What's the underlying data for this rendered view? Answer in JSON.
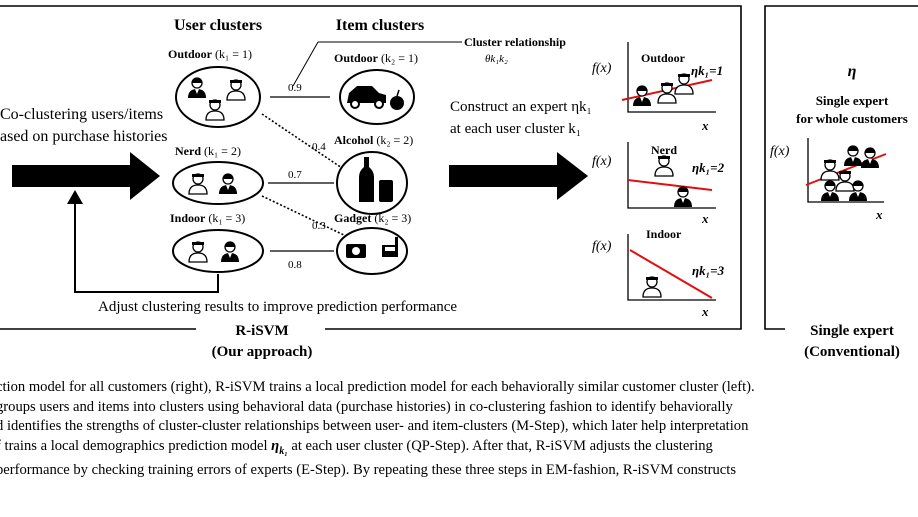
{
  "figure": {
    "col_user": "User clusters",
    "col_item": "Item clusters",
    "user_clusters": [
      {
        "name": "Outdoor",
        "k": "(k₁ = 1)"
      },
      {
        "name": "Nerd",
        "k": "(k₁ = 2)"
      },
      {
        "name": "Indoor",
        "k": "(k₁ = 3)"
      }
    ],
    "item_clusters": [
      {
        "name": "Outdoor",
        "k": "(k₂ = 1)"
      },
      {
        "name": "Alcohol",
        "k": "(k₂ = 2)"
      },
      {
        "name": "Gadget",
        "k": "(k₂ = 3)"
      }
    ],
    "edge_weights": [
      "0.9",
      "0.4",
      "0.7",
      "0.3",
      "0.8"
    ],
    "cluster_rel_label": "Cluster relationship",
    "cluster_rel_symbol": "θk₁k₂",
    "left_text_1": "Co-clustering users/items",
    "left_text_2": "ased on purchase histories",
    "mid_text_1": "Construct an expert ηk₁",
    "mid_text_2": "at each user cluster k₁",
    "bottom_text": "Adjust clustering results to improve prediction performance",
    "approach_title": "R-iSVM",
    "approach_sub": "(Our approach)",
    "plots": [
      {
        "title": "Outdoor",
        "eta": "ηk₁=1"
      },
      {
        "title": "Nerd",
        "eta": "ηk₁=2"
      },
      {
        "title": "Indoor",
        "eta": "ηk₁=3"
      }
    ],
    "f_label": "f(x)",
    "x_label": "x",
    "single_eta": "η",
    "single_line1": "Single expert",
    "single_line2": "for whole customers",
    "single_title": "Single expert",
    "single_sub": "(Conventional)"
  },
  "caption": {
    "line1": "ction model for all customers (right), R-iSVM trains a local prediction model for each behaviorally similar customer cluster (left).",
    "line2": "groups users and items into clusters using behavioral data (purchase histories) in co-clustering fashion to identify behaviorally",
    "line3": "d identifies the strengths of cluster-cluster relationships between user- and item-clusters (M-Step), which later help interpretation",
    "line4a": "f trains a local demographics prediction model ",
    "line4b": " at each user cluster (QP-Step). After that, R-iSVM adjusts the clustering",
    "line5": "performance by checking training errors of experts (E-Step). By repeating these three steps in EM-fashion, R-iSVM constructs"
  }
}
